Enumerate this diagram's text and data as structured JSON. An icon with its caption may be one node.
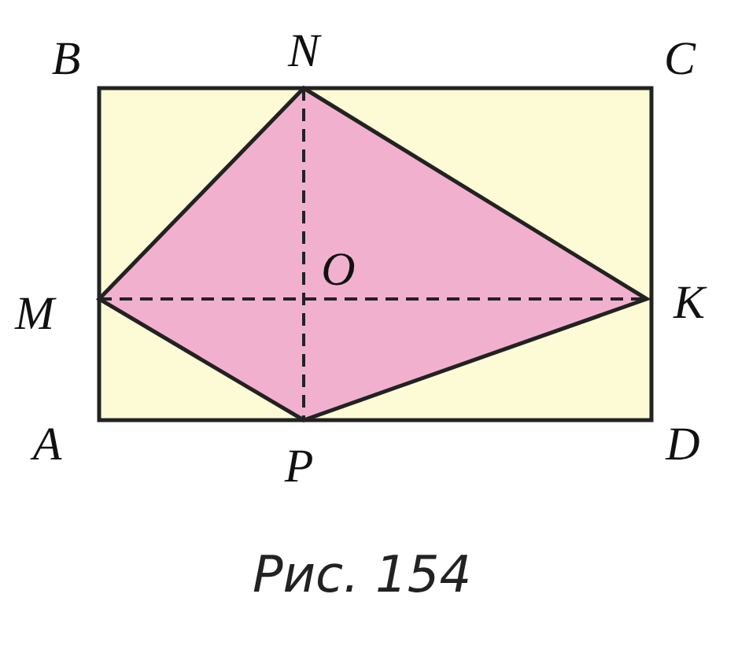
{
  "diagram": {
    "caption": "Рис. 154",
    "labels": [
      "B",
      "N",
      "C",
      "O",
      "M",
      "K",
      "A",
      "P",
      "D"
    ]
  }
}
